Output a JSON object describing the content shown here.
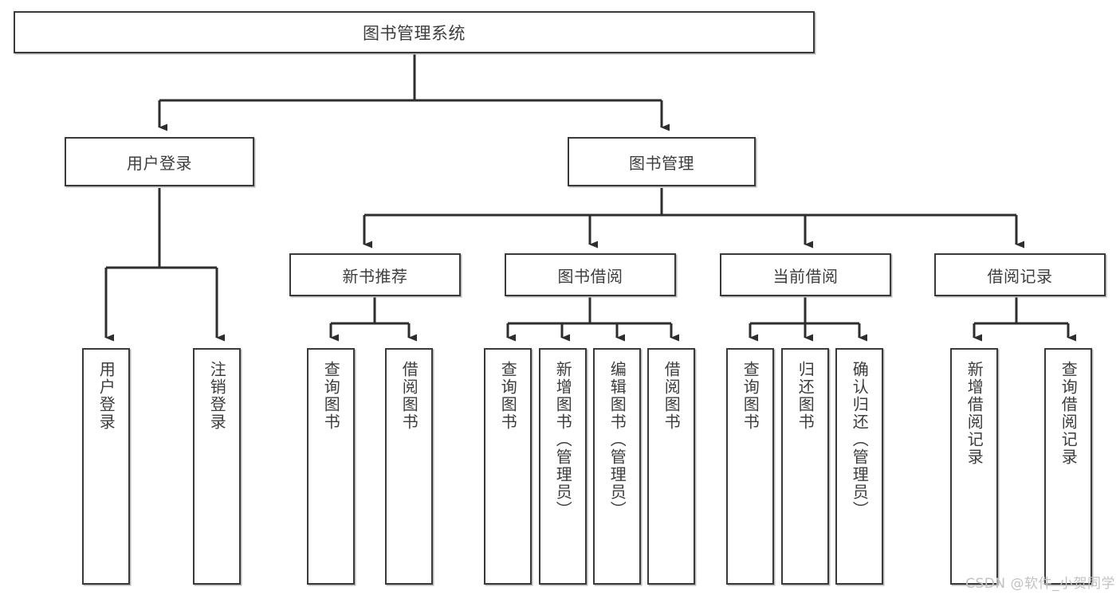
{
  "diagram": {
    "type": "tree",
    "title": "图书管理系统",
    "root": {
      "label": "图书管理系统"
    },
    "level2": [
      {
        "label": "用户登录"
      },
      {
        "label": "图书管理"
      }
    ],
    "level3": [
      {
        "label": "新书推荐"
      },
      {
        "label": "图书借阅"
      },
      {
        "label": "当前借阅"
      },
      {
        "label": "借阅记录"
      }
    ],
    "leaves": {
      "user_login": [
        {
          "label": "用户登录"
        },
        {
          "label": "注销登录"
        }
      ],
      "new_book": [
        {
          "label": "查询图书"
        },
        {
          "label": "借阅图书"
        }
      ],
      "book_borrow": [
        {
          "label": "查询图书"
        },
        {
          "label": "新增图书（管理员）"
        },
        {
          "label": "编辑图书（管理员）"
        },
        {
          "label": "借阅图书"
        }
      ],
      "current_borrow": [
        {
          "label": "查询图书"
        },
        {
          "label": "归还图书"
        },
        {
          "label": "确认归还（管理员）"
        }
      ],
      "borrow_record": [
        {
          "label": "新增借阅记录"
        },
        {
          "label": "查询借阅记录"
        }
      ]
    }
  },
  "watermark": {
    "text": "CSDN @软件_小贺同学"
  },
  "colors": {
    "box_border": "#3a3a3a",
    "box_fill": "#ffffff",
    "text": "#3d3d3d",
    "wire": "#2e2e2e",
    "shadow": "#b9b9b9",
    "watermark": "#c2c2c2",
    "background": "#ffffff"
  }
}
